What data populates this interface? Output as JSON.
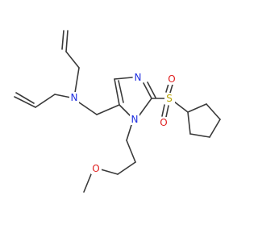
{
  "colors": {
    "bond": "#3a3a3a",
    "nitrogen": "#1f2fe0",
    "oxygen": "#e02020",
    "sulfur": "#b7a400",
    "background": "#ffffff"
  },
  "atoms": {
    "n_amine": {
      "label": "N",
      "color_key": "nitrogen"
    },
    "n_ring_top": {
      "label": "N",
      "color_key": "nitrogen"
    },
    "n_ring_bottom": {
      "label": "N",
      "color_key": "nitrogen"
    },
    "s_sulfonyl": {
      "label": "S",
      "color_key": "sulfur"
    },
    "o_sulfonyl_top": {
      "label": "O",
      "color_key": "oxygen"
    },
    "o_sulfonyl_bottom": {
      "label": "O",
      "color_key": "oxygen"
    },
    "o_methoxy": {
      "label": "O",
      "color_key": "oxygen"
    }
  }
}
